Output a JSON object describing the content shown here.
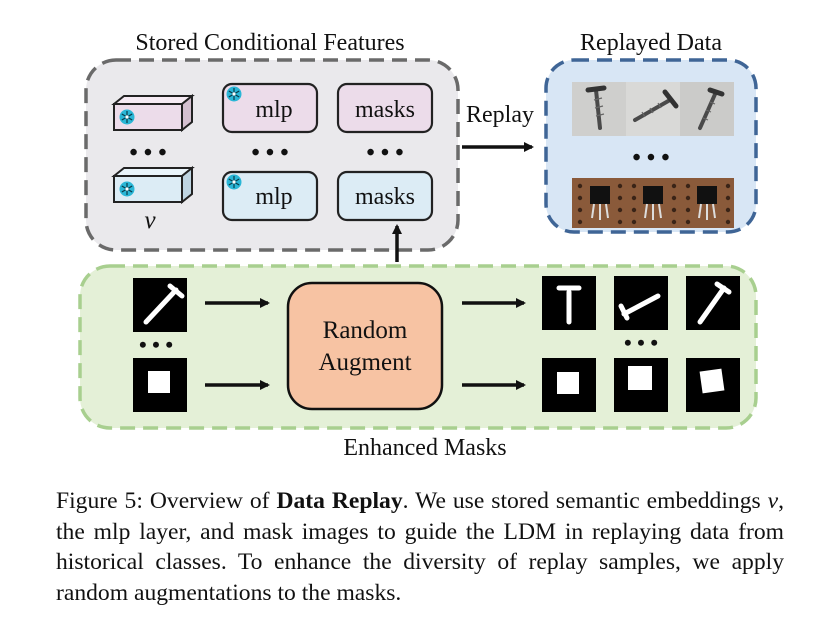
{
  "panels": {
    "stored_title": "Stored Conditional Features",
    "replayed_title": "Replayed Data",
    "enhanced_title": "Enhanced Masks"
  },
  "stored_features": {
    "mlp_label": "mlp",
    "masks_label": "masks",
    "v_label": "v",
    "ellipsis": "• • •"
  },
  "replay_label": "Replay",
  "augment_label_line1": "Random",
  "augment_label_line2": "Augment",
  "enhanced_ellipsis": "• • •",
  "replayed_ellipsis": "• • •",
  "caption": {
    "figure_label": "Figure 5:",
    "lead": "Overview of ",
    "bold_term": "Data Replay",
    "text_part1": ". We use stored semantic embeddings ",
    "var": "v",
    "text_part2": ", the mlp layer, and mask images to guide the LDM in replaying data from historical classes. To enhance the diversity of replay samples, we apply random augmentations to the masks."
  },
  "colors": {
    "stored_bg": "#eae9ec",
    "replayed_bg": "#d8e6f5",
    "replayed_border": "#3f6596",
    "enhanced_bg": "#e4f0d7",
    "enhanced_border": "#a8cf8f",
    "pink_fill": "#ecdcea",
    "blue_fill": "#dcecf5",
    "augment_fill": "#f7c3a3",
    "snowflake": "#2ab6d6"
  },
  "icons": [
    "snowflake-icon",
    "screw-mask-icon",
    "square-mask-icon",
    "screw-photo",
    "transistor-photo"
  ]
}
